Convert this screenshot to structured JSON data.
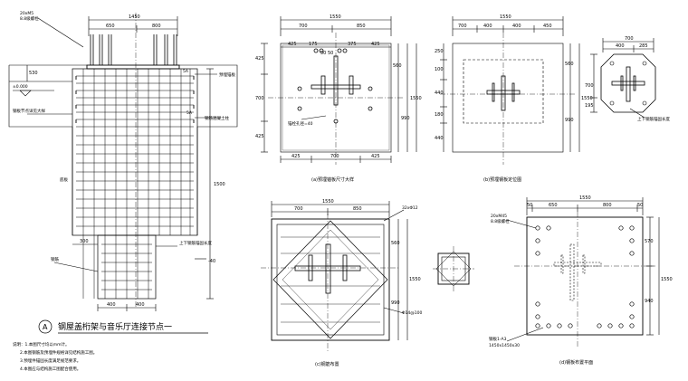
{
  "title": {
    "badge": "A",
    "text": "钢屋盖桁架与音乐厅连接节点一"
  },
  "notes": [
    "说明：1.本图尺寸均以mm计。",
    "2.本图钢筋及预埋件规格详见结构施工图。",
    "3.预埋件锚固长度满足规范要求。",
    "4.本图应与结构施工图配合使用。"
  ],
  "elevation": {
    "top_dims": [
      "1450",
      "650",
      "800"
    ],
    "left_labels": [
      "20xM5",
      "8.8级螺栓",
      "±0.000",
      "钢板节点详见大样",
      "底板",
      "钢筋"
    ],
    "right_labels": [
      "5A",
      "预埋锚板",
      "5A",
      "钢筋混凝土柱",
      "上下钢筋锚固长度"
    ],
    "side_dims": [
      "530",
      "1500"
    ],
    "bottom_dims": [
      "300",
      "400",
      "400"
    ],
    "level": "-40"
  },
  "plan_a": {
    "top_dims": [
      "1550",
      "700",
      "850"
    ],
    "inner_dims": [
      "425",
      "175",
      "50",
      "50",
      "375",
      "425"
    ],
    "left_dims": [
      "425",
      "700",
      "425"
    ],
    "right_dims": [
      "560",
      "990",
      "1550"
    ],
    "bottom_dims": [
      "425",
      "700",
      "425"
    ],
    "label": "锚栓孔径=40",
    "caption": "(a)预埋锚板尺寸大样"
  },
  "plan_b": {
    "top_dims": [
      "1550",
      "700",
      "400",
      "400",
      "450"
    ],
    "left_dims": [
      "250",
      "100",
      "440",
      "180",
      "440"
    ],
    "right_dims": [
      "560",
      "990",
      "1550"
    ],
    "caption": "(b)预埋钢板定位图"
  },
  "plan_b_detail": {
    "top_dims": [
      "700",
      "400",
      "285"
    ],
    "left_dims": [
      "700",
      "195"
    ],
    "label": "上下钢筋锚固长度"
  },
  "plan_c": {
    "top_dims": [
      "1550",
      "700",
      "850"
    ],
    "right_dims": [
      "560",
      "990",
      "1550"
    ],
    "label_top": "32xΦ12",
    "label_right": "Φ14@100",
    "caption": "(c)钢筋布置"
  },
  "plan_d": {
    "top_dims": [
      "1550",
      "50",
      "650",
      "800",
      "50"
    ],
    "right_dims": [
      "570",
      "940",
      "1550"
    ],
    "label_top": "20xM45",
    "label_top2": "8.8级螺栓",
    "label_bottom": "钢板1-A3",
    "label_bottom2": "1450x1450x30",
    "caption": "(d)钢板布置平面"
  }
}
